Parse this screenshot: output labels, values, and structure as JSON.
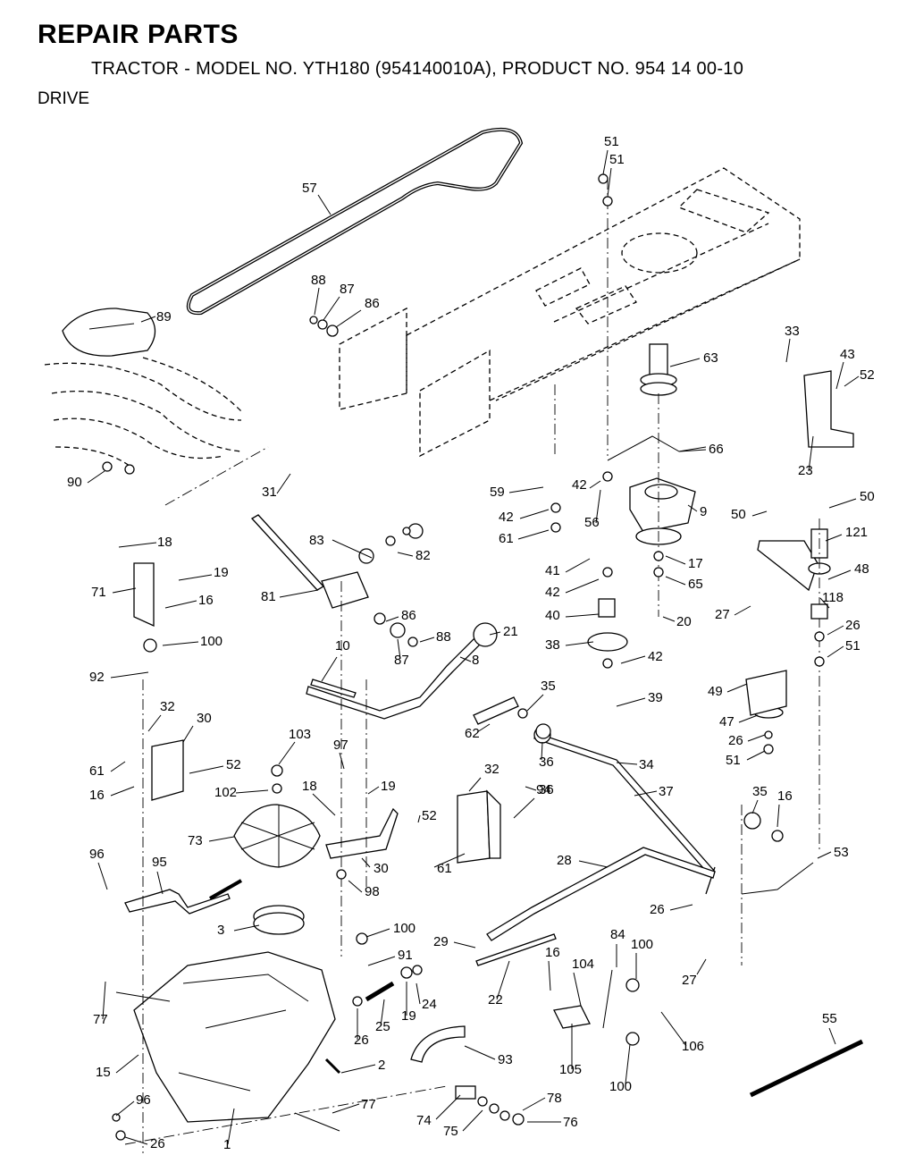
{
  "header": {
    "title": "REPAIR PARTS",
    "subtitle": "TRACTOR - MODEL NO. YTH180 (954140010A), PRODUCT NO. 954 14 00-10",
    "section": "DRIVE"
  },
  "callouts": [
    "51",
    "51",
    "57",
    "88",
    "87",
    "86",
    "89",
    "63",
    "33",
    "43",
    "52",
    "66",
    "23",
    "90",
    "31",
    "59",
    "42",
    "56",
    "9",
    "42",
    "61",
    "50",
    "50",
    "121",
    "18",
    "83",
    "82",
    "19",
    "71",
    "16",
    "41",
    "17",
    "42",
    "65",
    "48",
    "81",
    "86",
    "118",
    "100",
    "88",
    "87",
    "21",
    "40",
    "20",
    "27",
    "26",
    "10",
    "8",
    "38",
    "42",
    "51",
    "92",
    "62",
    "35",
    "39",
    "49",
    "32",
    "30",
    "47",
    "26",
    "36",
    "51",
    "97",
    "103",
    "52",
    "61",
    "16",
    "102",
    "34",
    "37",
    "19",
    "36",
    "35",
    "16",
    "18",
    "52",
    "32",
    "94",
    "73",
    "30",
    "61",
    "96",
    "95",
    "98",
    "28",
    "53",
    "26",
    "3",
    "100",
    "84",
    "100",
    "29",
    "16",
    "104",
    "91",
    "27",
    "77",
    "19",
    "24",
    "25",
    "22",
    "26",
    "106",
    "2",
    "93",
    "105",
    "100",
    "55",
    "15",
    "96",
    "77",
    "78",
    "74",
    "76",
    "75",
    "26",
    "1"
  ]
}
